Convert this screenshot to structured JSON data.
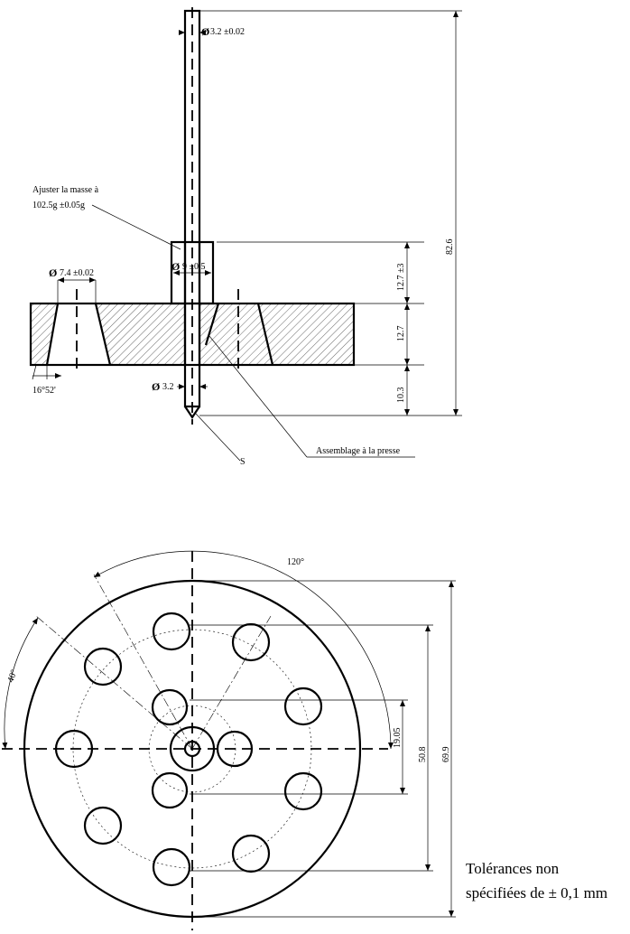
{
  "top_view": {
    "dim_shaft_top": "3.2 ±0.02",
    "note_mass_line1": "Ajuster la masse à",
    "note_mass_line2": "102.5g ±0.05g",
    "dim_boss": "9 ±0.5",
    "dim_hole": "7.4 ±0.02",
    "dim_angle": "16°52'",
    "dim_shaft_bottom": "3.2",
    "label_press": "Assemblage à la presse",
    "label_s": "S",
    "dim_total_height": "82.6",
    "dim_boss_height": "12.7 ±3",
    "dim_plate_height": "12.7",
    "dim_tip_height": "10.3"
  },
  "plan_view": {
    "dim_angle_120": "120°",
    "dim_angle_40": "40°",
    "dim_inner": "19.05",
    "dim_mid": "50.8",
    "dim_outer": "69.9"
  },
  "tolerance_note": {
    "line1": "Tolérances non",
    "line2": "spécifiées de ± 0,1 mm"
  }
}
